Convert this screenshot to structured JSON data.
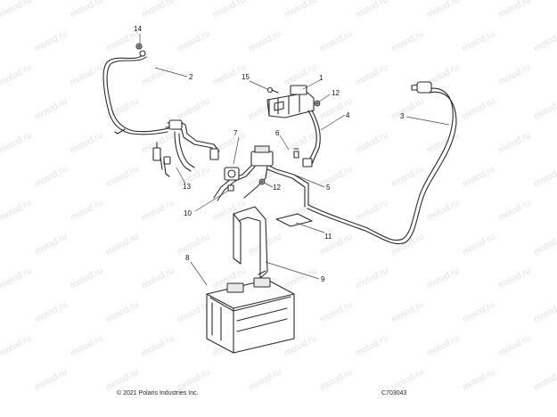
{
  "watermark_text": "motod.ru",
  "footer": {
    "copyright": "© 2021 Polaris Industries Inc.",
    "drawing_code": "C703043"
  },
  "callouts": {
    "c1": "1",
    "c2": "2",
    "c3": "3",
    "c4": "4",
    "c5": "5",
    "c6": "6",
    "c7": "7",
    "c8": "8",
    "c9": "9",
    "c10": "10",
    "c11": "11",
    "c12a": "12",
    "c12b": "12",
    "c13": "13",
    "c14": "14",
    "c15": "15"
  }
}
